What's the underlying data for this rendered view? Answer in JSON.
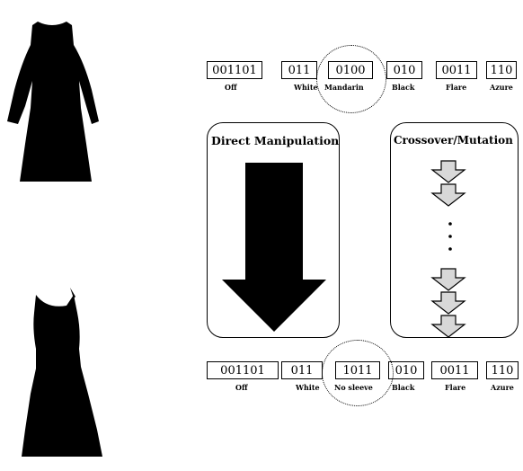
{
  "top_chromosome": {
    "genes": [
      {
        "value": "001101",
        "label": "Off"
      },
      {
        "value": "011",
        "label": "White"
      },
      {
        "value": "0100",
        "label": "Mandarin"
      },
      {
        "value": "010",
        "label": "Black"
      },
      {
        "value": "0011",
        "label": "Flare"
      },
      {
        "value": "110",
        "label": "Azure"
      }
    ]
  },
  "bottom_chromosome": {
    "genes": [
      {
        "value": "001101",
        "label": "Off"
      },
      {
        "value": "011",
        "label": "White"
      },
      {
        "value": "1011",
        "label": "No sleeve"
      },
      {
        "value": "010",
        "label": "Black"
      },
      {
        "value": "0011",
        "label": "Flare"
      },
      {
        "value": "110",
        "label": "Azure"
      }
    ]
  },
  "panels": {
    "left_title": "Direct Manipulation",
    "right_title": "Crossover/Mutation"
  },
  "colors": {
    "ink": "#000000",
    "small_arrow_fill": "#d8d8d8"
  },
  "icons": [
    "dress-long-sleeve-icon",
    "dress-sleeveless-icon",
    "down-arrow-icon"
  ]
}
